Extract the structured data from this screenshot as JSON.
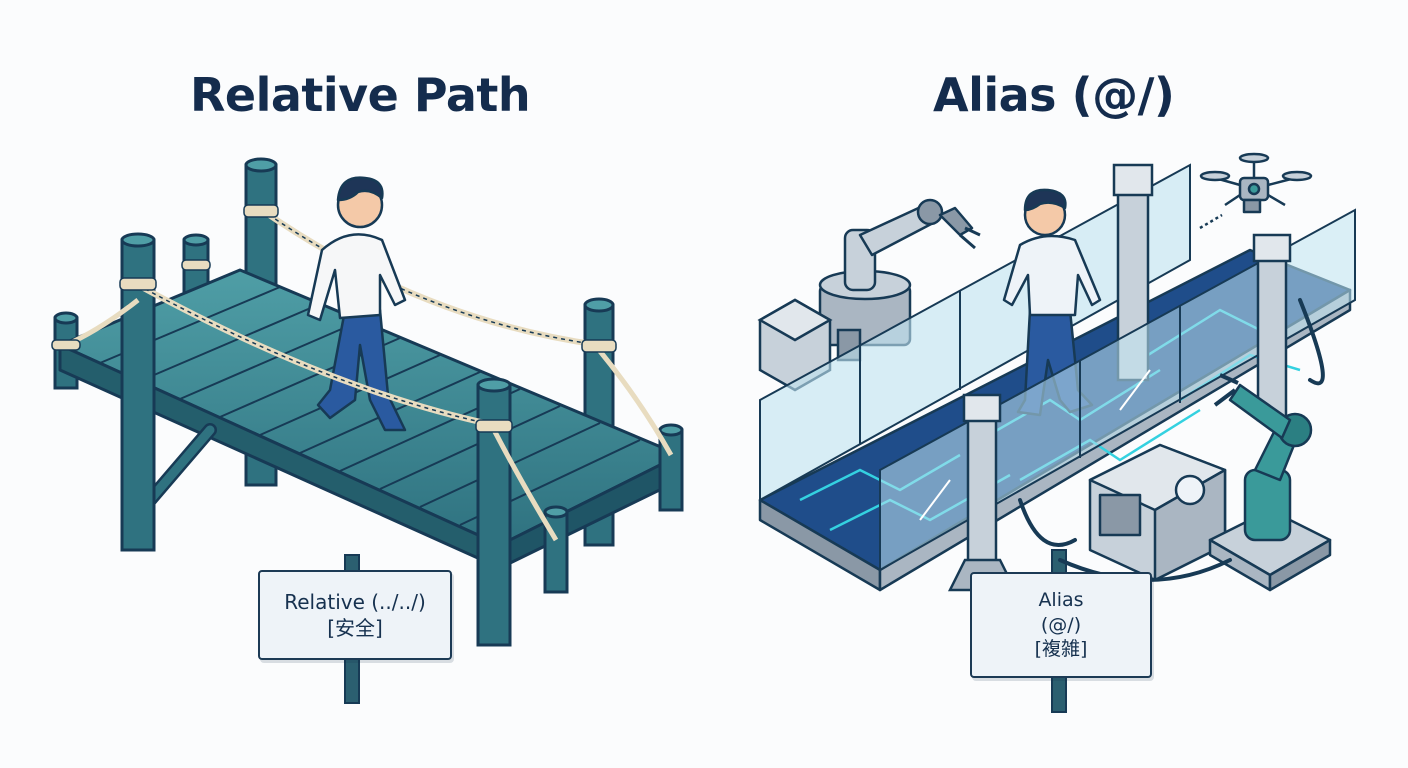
{
  "left_panel": {
    "title": "Relative Path",
    "sign_line1": "Relative (../../)",
    "sign_line2": "[安全]"
  },
  "right_panel": {
    "title": "Alias (@/)",
    "sign_line1": "Alias",
    "sign_line2": "(@/)",
    "sign_line3": "[複雑]"
  },
  "colors": {
    "title": "#142c4d",
    "wood": "#3d8a93",
    "wood_dark": "#1f5566",
    "outline": "#173a55",
    "glass": "#bfe3f0",
    "circuit": "#34d1e0",
    "robot": "#3a9a9a"
  }
}
